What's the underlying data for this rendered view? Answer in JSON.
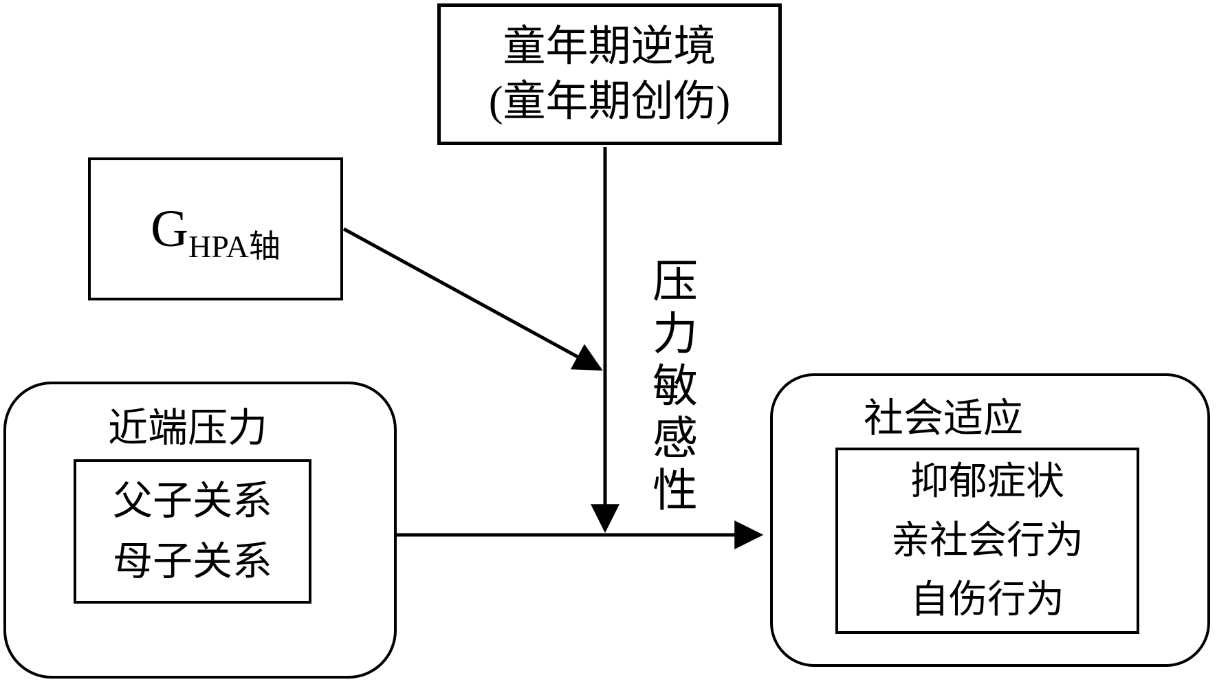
{
  "figure": {
    "type": "moderation-path-diagram",
    "background_color": "#ffffff",
    "line_color": "#000000"
  },
  "nodes": {
    "childhood_adversity": {
      "line1": "童年期逆境",
      "line2": "(童年期创伤)"
    },
    "gene": {
      "symbol": "G",
      "subscript": "HPA轴"
    },
    "proximal_stress": {
      "title": "近端压力",
      "items": [
        "父子关系",
        "母子关系"
      ]
    },
    "social_adaptation": {
      "title": "社会适应",
      "items": [
        "抑郁症状",
        "亲社会行为",
        "自伤行为"
      ]
    }
  },
  "labels": {
    "moderator": "压力敏感性"
  },
  "arrows": [
    {
      "from": "childhood_adversity",
      "to": "stress-to-adaptation-path",
      "direction": "down",
      "label": "压力敏感性"
    },
    {
      "from": "gene",
      "to": "childhood-adversity-arrow",
      "direction": "diagonal-down-right",
      "label": ""
    },
    {
      "from": "proximal_stress",
      "to": "social_adaptation",
      "direction": "right",
      "label": ""
    }
  ]
}
